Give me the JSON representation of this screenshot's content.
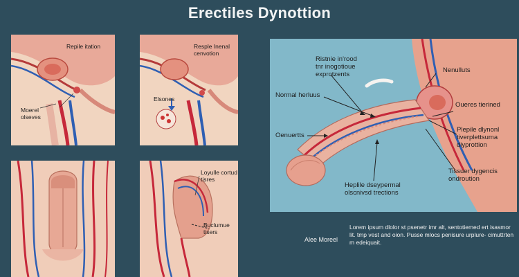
{
  "title": "Erectiles Dynottion",
  "panels": {
    "p1": {
      "label_a": "Repile itation",
      "label_b": "Moerel\nolseves"
    },
    "p2": {
      "label_a": "Resple Inenal\ncenvotion",
      "label_b": "Elsones"
    },
    "p3": {},
    "p4": {
      "label_a": "Loyulle cortud\ntisres",
      "label_b": "Buclumue\ntisers"
    }
  },
  "main": {
    "label_tl": "Ristnie in'rood\ntnr inogotioue\nexprotzents",
    "label_tr": "Nenulluts",
    "label_normal": "Normal herluus",
    "label_right1": "Oueres tierined",
    "label_right2": "Plepile dlynonl\ntiverplettsuma\ndiyprottion",
    "label_left": "Oenuertts",
    "label_bottom": "Heplile dseypermal\nolscnivsd trections",
    "label_br": "Tissuer dygencis\nondroution"
  },
  "footer": {
    "author": "Alee Moreel",
    "description": "Lorem ipsum dlolor st psenetr imr alt, sentotiemed ert isasmor lit. tmp vest and oion. Pusse mlocs penisure urplure- cimuttrten m edeiquait."
  },
  "colors": {
    "background": "#2e4d5c",
    "tissue": "#f3d9c6",
    "artery": "#c6283a",
    "vein": "#2f5fb3",
    "main_bg": "#7fb6c7"
  }
}
